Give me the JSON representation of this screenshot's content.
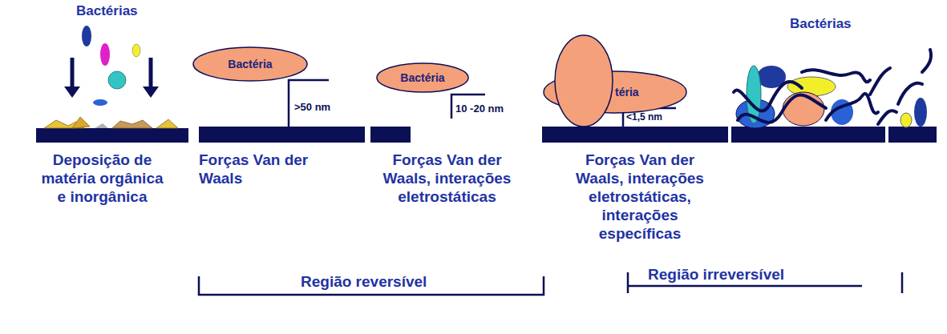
{
  "diagram": {
    "nodes": [
      {
        "text": [
          "Bactéria"
        ]
      },
      {
        "text": [
          "Bactéria"
        ]
      },
      {
        "text": [
          "téria"
        ]
      }
    ],
    "labels": [
      "Bactérias",
      "Deposição de matéria orgânica e inorgânica",
      ">50 nm",
      "Forças Van der Waals",
      "10 -20 nm",
      "Forças Van der Waals, interações eletrostáticas",
      "<1,5 nm",
      "Forças Van der Waals, interações eletrostáticas, interações específicas",
      "Bactérias",
      "Região reversível",
      "Região irreversível"
    ]
  }
}
